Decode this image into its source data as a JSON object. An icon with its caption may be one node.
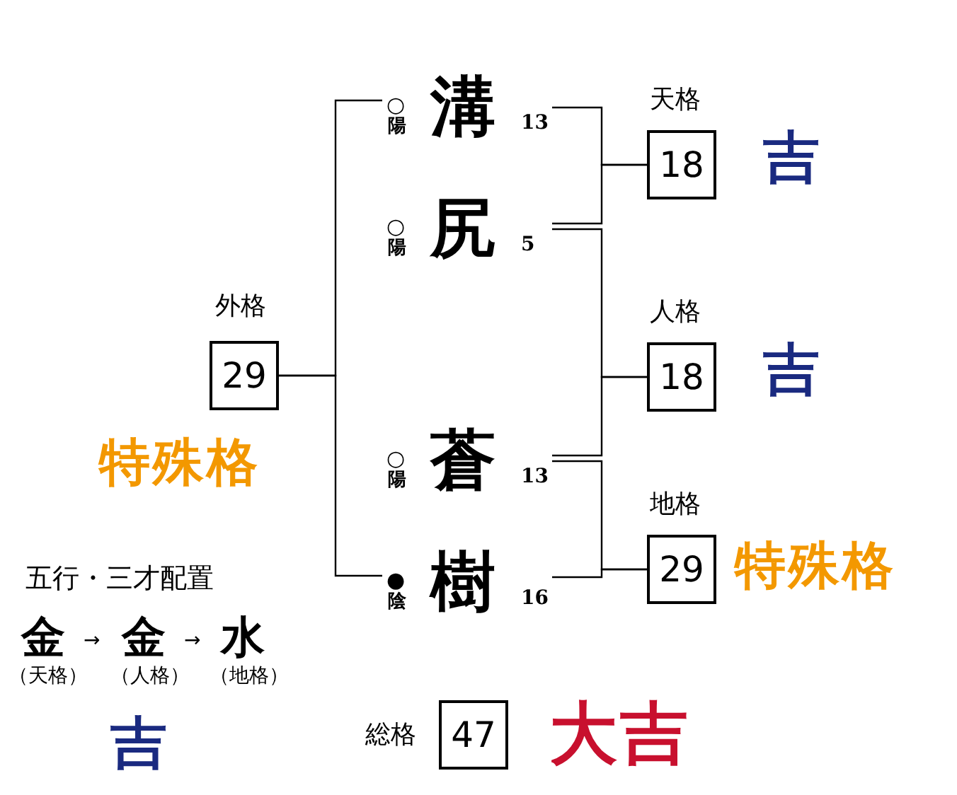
{
  "diagram": {
    "nodes": [
      {
        "text": [
          "溝"
        ],
        "beside": [
          "○",
          "陽",
          "13"
        ]
      },
      {
        "text": [
          "天格",
          "18"
        ],
        "beside": [
          "吉"
        ]
      },
      {
        "text": [
          "尻"
        ],
        "beside": [
          "○",
          "陽",
          "5"
        ]
      },
      {
        "text": [
          "人格",
          "18"
        ],
        "beside": [
          "吉"
        ]
      },
      {
        "text": [
          "外格",
          "29"
        ],
        "beside": [
          "特殊格"
        ]
      },
      {
        "text": [
          "蒼"
        ],
        "beside": [
          "○",
          "陽",
          "13"
        ]
      },
      {
        "text": [
          "地格",
          "29"
        ],
        "beside": [
          "特殊格"
        ]
      },
      {
        "text": [
          "樹"
        ],
        "beside": [
          "●",
          "陰",
          "16"
        ]
      },
      {
        "text": [
          "総格",
          "47"
        ],
        "beside": [
          "大吉"
        ]
      }
    ],
    "edges": [
      {
        "from": 0,
        "to": 4,
        "arrow": "none"
      },
      {
        "from": 7,
        "to": 4,
        "arrow": "none"
      },
      {
        "from": 0,
        "to": 1,
        "arrow": "none"
      },
      {
        "from": 2,
        "to": 1,
        "arrow": "none"
      },
      {
        "from": 2,
        "to": 3,
        "arrow": "none"
      },
      {
        "from": 5,
        "to": 3,
        "arrow": "none"
      },
      {
        "from": 5,
        "to": 6,
        "arrow": "none"
      },
      {
        "from": 7,
        "to": 6,
        "arrow": "none"
      }
    ],
    "labels": [
      "五行・三才配置",
      "金",
      "→",
      "金",
      "→",
      "水",
      "（天格）",
      "（人格）",
      "（地格）",
      "吉"
    ]
  }
}
